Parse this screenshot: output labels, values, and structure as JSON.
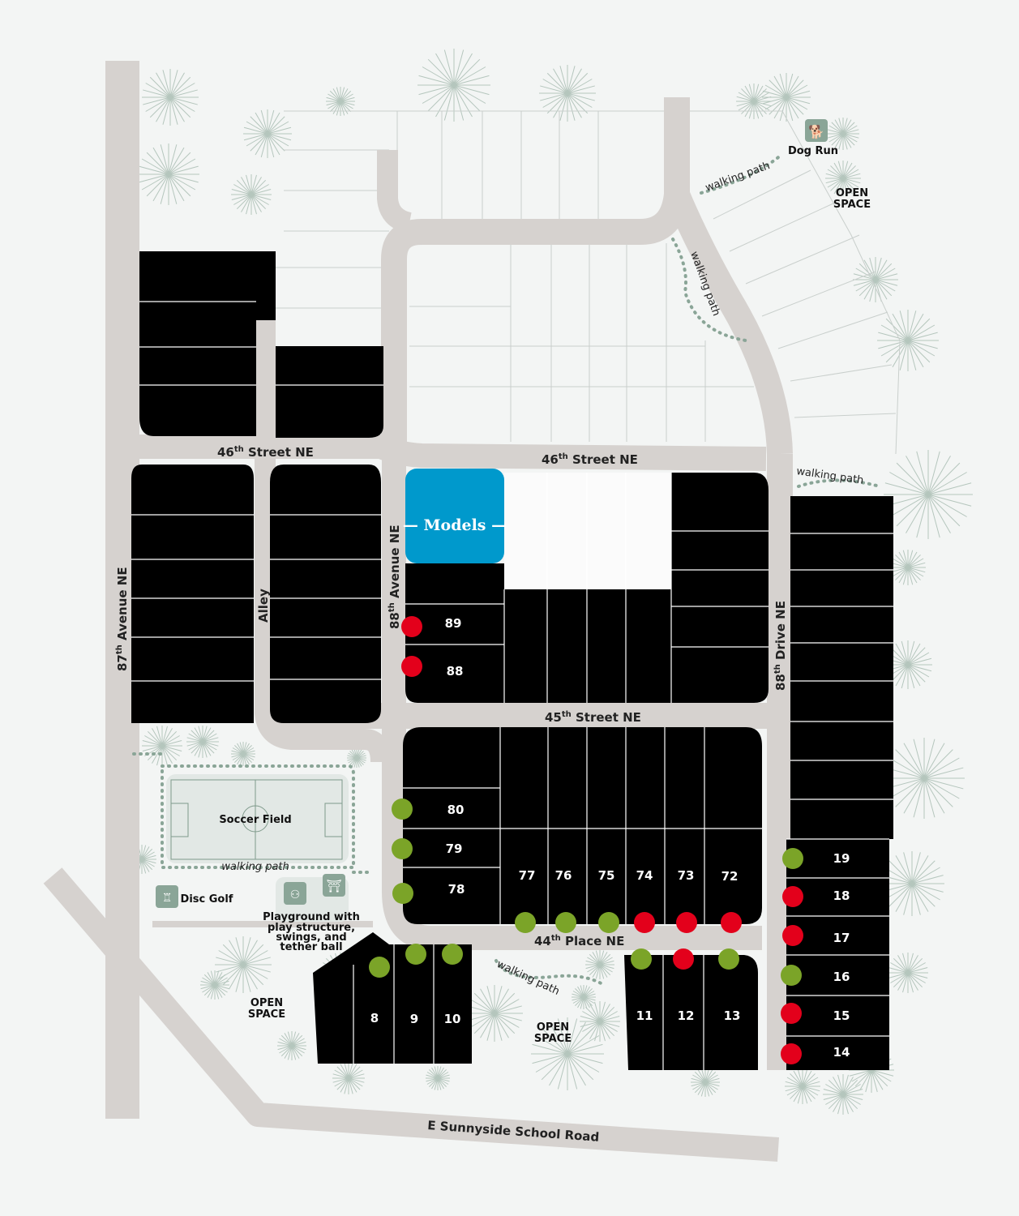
{
  "streets": {
    "s46_left": {
      "num": "46",
      "sup": "th",
      "rest": " Street NE"
    },
    "s46_right": {
      "num": "46",
      "sup": "th",
      "rest": " Street NE"
    },
    "s45": {
      "num": "45",
      "sup": "th",
      "rest": " Street NE"
    },
    "p44": {
      "num": "44",
      "sup": "th",
      "rest": " Place NE"
    },
    "a87": {
      "num": "87",
      "sup": "th",
      "rest": " Avenue NE"
    },
    "a88": {
      "num": "88",
      "sup": "th",
      "rest": " Avenue NE"
    },
    "d88": {
      "num": "88",
      "sup": "th",
      "rest": " Drive NE"
    },
    "alley": "Alley",
    "sunnyside": "E Sunnyside School Road"
  },
  "models": {
    "label": "— Models —",
    "color": "#0099cc"
  },
  "amenities": {
    "dog_run": "Dog Run",
    "open_space": [
      "OPEN",
      "SPACE"
    ],
    "soccer": "Soccer Field",
    "disc_golf": "Disc Golf",
    "playground": [
      "Playground with",
      "play structure,",
      "swings, and",
      "tether ball"
    ],
    "walking_path": "walking path"
  },
  "status_colors": {
    "green": "#7ba428",
    "red": "#e3001b"
  },
  "lots": [
    {
      "label": "89",
      "dot": "red"
    },
    {
      "label": "88",
      "dot": "red"
    },
    {
      "label": "80",
      "dot": "green"
    },
    {
      "label": "79",
      "dot": "green"
    },
    {
      "label": "78",
      "dot": "green"
    },
    {
      "label": "77",
      "dot": "green"
    },
    {
      "label": "76",
      "dot": "green"
    },
    {
      "label": "75",
      "dot": "green"
    },
    {
      "label": "74",
      "dot": "red"
    },
    {
      "label": "73",
      "dot": "red"
    },
    {
      "label": "72",
      "dot": "red"
    },
    {
      "label": "8",
      "dot": "green"
    },
    {
      "label": "9",
      "dot": "green"
    },
    {
      "label": "10",
      "dot": "green"
    },
    {
      "label": "11",
      "dot": "green"
    },
    {
      "label": "12",
      "dot": "red"
    },
    {
      "label": "13",
      "dot": "green"
    },
    {
      "label": "19",
      "dot": "green"
    },
    {
      "label": "18",
      "dot": "red"
    },
    {
      "label": "17",
      "dot": "red"
    },
    {
      "label": "16",
      "dot": "green"
    },
    {
      "label": "15",
      "dot": "red"
    },
    {
      "label": "14",
      "dot": "red"
    }
  ]
}
